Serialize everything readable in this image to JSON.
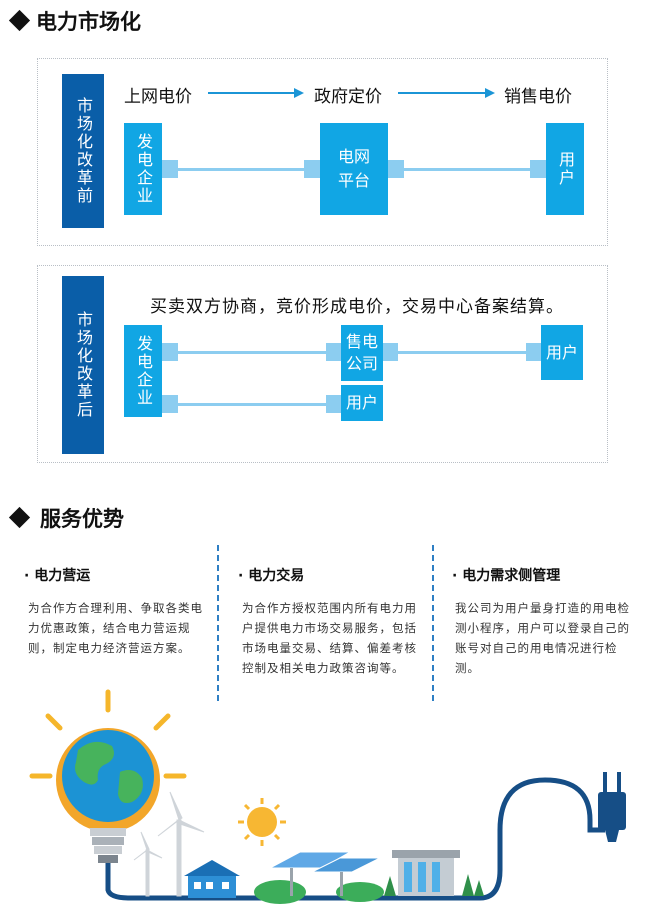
{
  "section1": {
    "title": "电力市场化",
    "panel_before": {
      "label": "市场化改革前",
      "flow": [
        "上网电价",
        "政府定价",
        "销售电价"
      ],
      "nodes": {
        "generator": "发电企业",
        "grid": "电网平台",
        "user": "用户"
      }
    },
    "panel_after": {
      "label": "市场化改革后",
      "headline": "买卖双方协商，竞价形成电价，交易中心备案结算。",
      "nodes": {
        "generator": "发电企业",
        "retailer": "售电公司",
        "user_right": "用户",
        "user_mid": "用户"
      }
    }
  },
  "section2": {
    "title": "服务优势",
    "services": [
      {
        "title": "· 电力营运",
        "body": "为合作方合理利用、争取各类电力优惠政策，结合电力营运规则，制定电力经济营运方案。"
      },
      {
        "title": "· 电力交易",
        "body": "为合作方授权范围内所有电力用户提供电力市场交易服务，包括市场电量交易、结算、偏差考核控制及相关电力政策咨询等。"
      },
      {
        "title": "· 电力需求侧管理",
        "body": "我公司为用户量身打造的用电检测小程序，用户可以登录自己的账号对自己的用电情况进行检测。"
      }
    ]
  },
  "illustration": {
    "icons": [
      "lightbulb-globe-icon",
      "wind-turbine-icon",
      "sun-icon",
      "house-icon",
      "solar-panel-icon",
      "dam-icon",
      "power-plug-icon"
    ]
  },
  "colors": {
    "dark_blue": "#0a5ea8",
    "light_blue": "#11a6e4",
    "connector": "#8ccdf0"
  }
}
